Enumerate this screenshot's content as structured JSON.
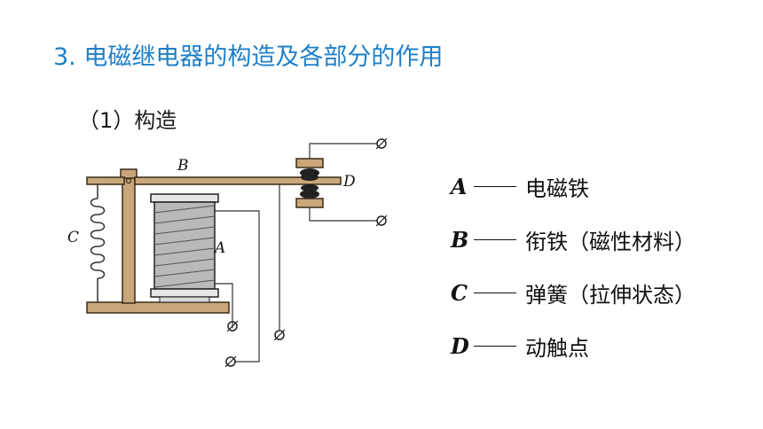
{
  "title": "3. 电磁继电器的构造及各部分的作用",
  "subtitle": "（1）构造",
  "diagram": {
    "labels": {
      "a": "A",
      "b": "B",
      "c": "C",
      "d": "D"
    },
    "colors": {
      "wood": "#c9a77a",
      "wood_edge": "#3a2a1a",
      "contact": "#222222",
      "wire": "#333333"
    }
  },
  "legend": [
    {
      "key": "A",
      "text": "电磁铁"
    },
    {
      "key": "B",
      "text": "衔铁（磁性材料）"
    },
    {
      "key": "C",
      "text": "弹簧（拉伸状态）"
    },
    {
      "key": "D",
      "text": "动触点"
    }
  ]
}
